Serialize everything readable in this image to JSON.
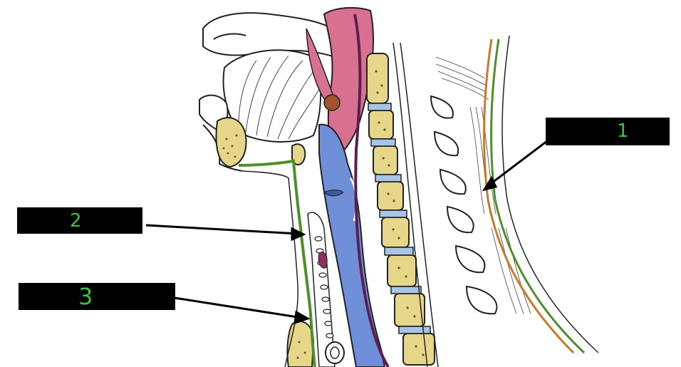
{
  "diagram": {
    "labels": [
      {
        "id": "label-1",
        "text": "1"
      },
      {
        "id": "label-2",
        "text": "2"
      },
      {
        "id": "label-3",
        "text": "3"
      }
    ]
  },
  "colors": {
    "fascia_green": "#4f8f2a",
    "fascia_orange": "#c87a2a",
    "pharynx_blue": "#6f8fd8",
    "muscle_pink": "#d8708f",
    "bone_yellow": "#e6d68a",
    "disc_blue": "#a8c4e6",
    "label_box": "#000000",
    "label_text": "#3cc43c"
  }
}
